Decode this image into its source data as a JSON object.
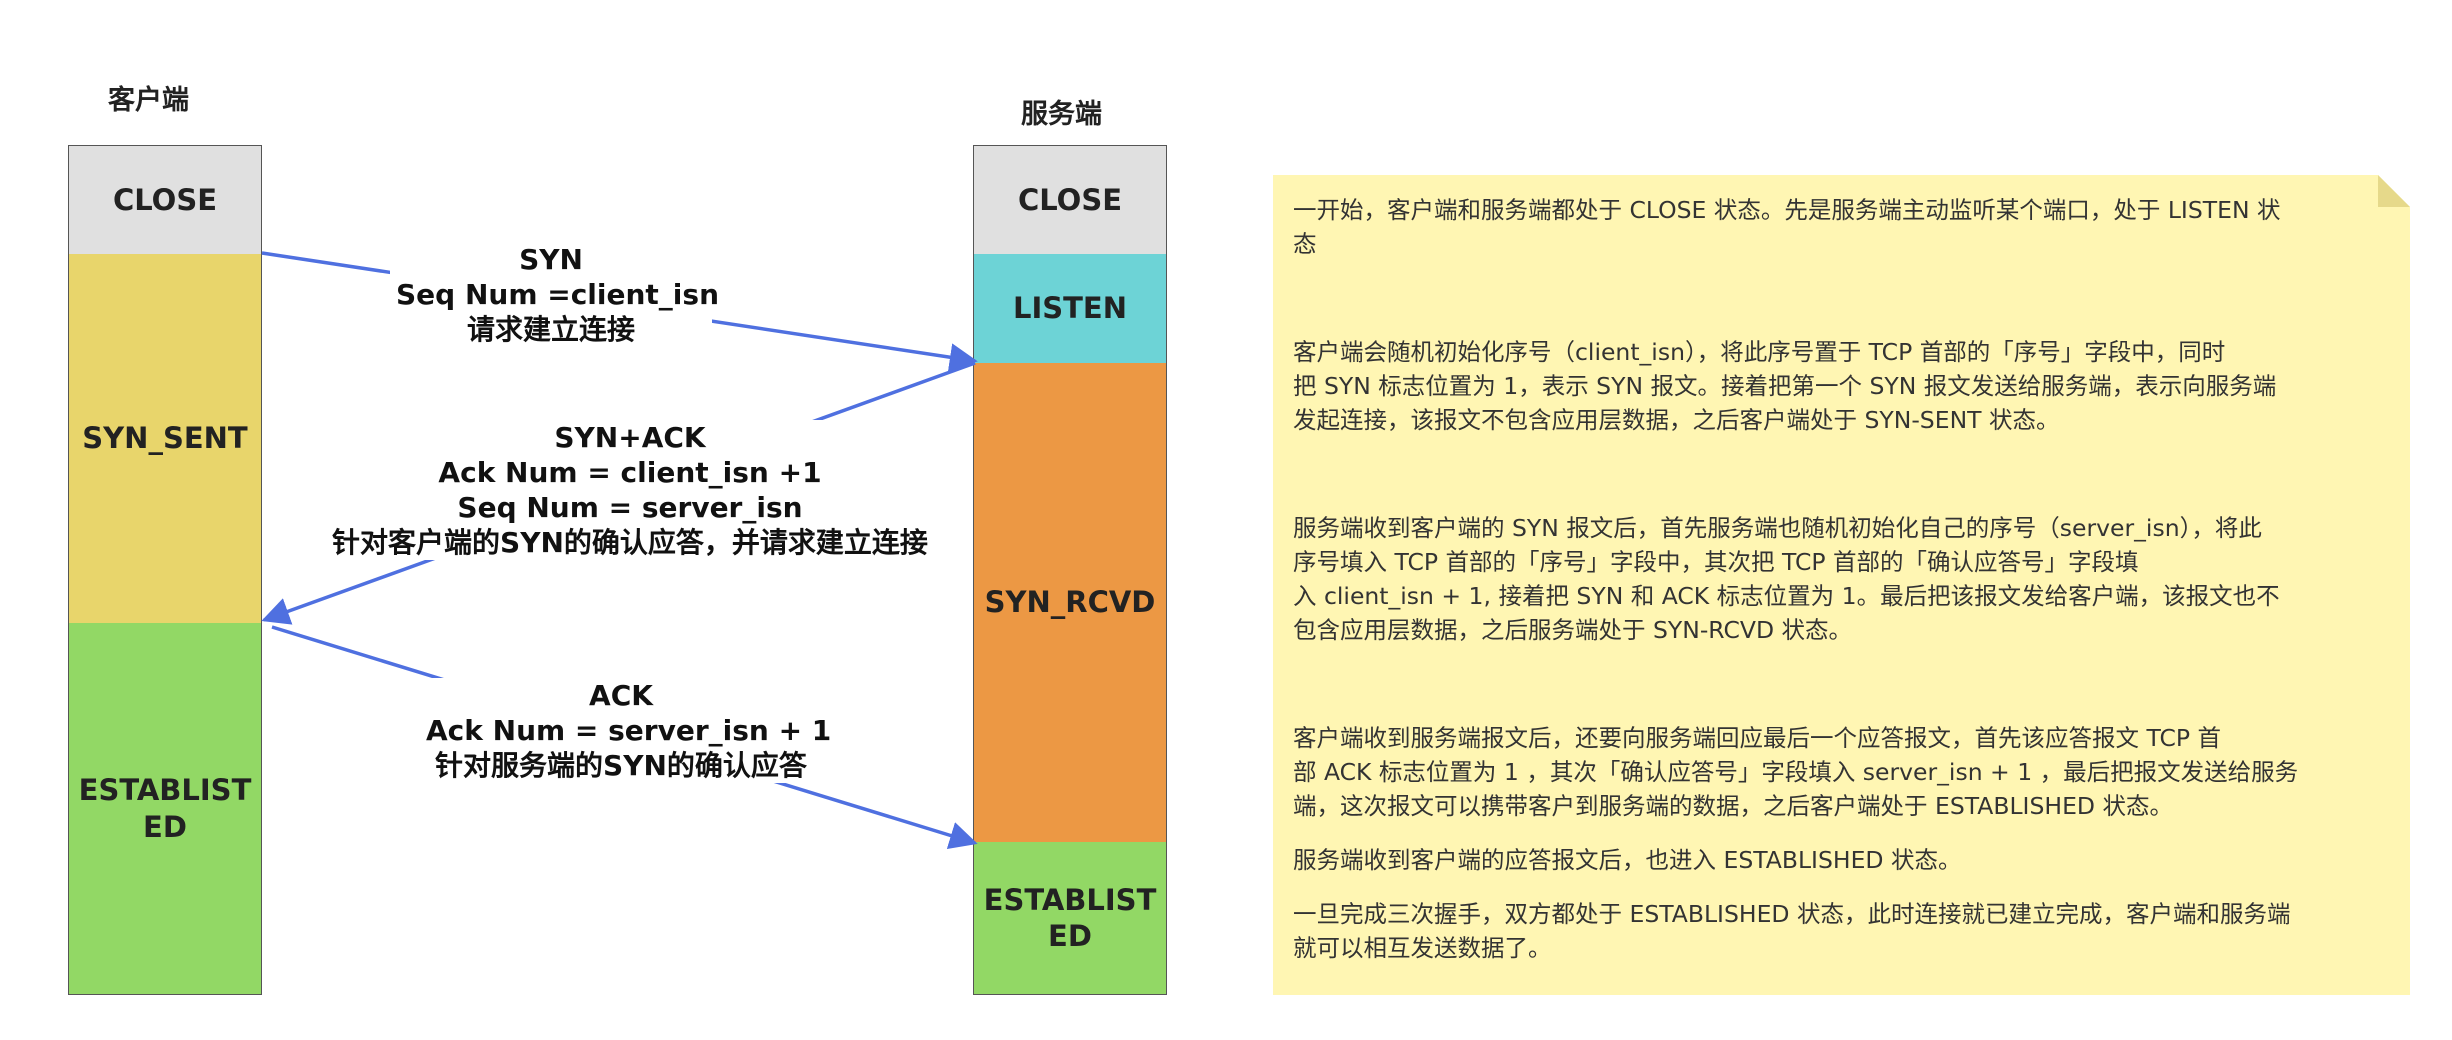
{
  "client": {
    "title": "客户端",
    "states": [
      {
        "label": "CLOSE",
        "color": "#e0e0e0"
      },
      {
        "label": "SYN_SENT",
        "color": "#e8d56b"
      },
      {
        "label": "ESTABLIST\nED",
        "color": "#92d865"
      }
    ]
  },
  "server": {
    "title": "服务端",
    "states": [
      {
        "label": "CLOSE",
        "color": "#e0e0e0"
      },
      {
        "label": "LISTEN",
        "color": "#6dd3d6"
      },
      {
        "label": "SYN_RCVD",
        "color": "#ec9844"
      },
      {
        "label": "ESTABLIST\nED",
        "color": "#92d865"
      }
    ]
  },
  "messages": [
    {
      "lines": [
        "SYN",
        "Seq Num =client_isn",
        "请求建立连接"
      ]
    },
    {
      "lines": [
        "SYN+ACK",
        "Ack Num = client_isn +1",
        "Seq Num = server_isn",
        "针对客户端的SYN的确认应答，并请求建立连接"
      ]
    },
    {
      "lines": [
        "ACK",
        "Ack Num = server_isn + 1",
        "针对服务端的SYN的确认应答"
      ]
    }
  ],
  "arrow_color": "#4f70e0",
  "note_color": "#fff6b3",
  "note": {
    "paragraphs": [
      [
        "一开始，客户端和服务端都处于 CLOSE 状态。先是服务端主动监听某个端口，处于 LISTEN 状",
        "态"
      ],
      [
        "客户端会随机初始化序号（client_isn），将此序号置于 TCP 首部的「序号」字段中，同时",
        "把 SYN 标志位置为 1，表示 SYN 报文。接着把第一个 SYN 报文发送给服务端，表示向服务端",
        "发起连接，该报文不包含应用层数据，之后客户端处于 SYN-SENT 状态。"
      ],
      [
        "服务端收到客户端的 SYN 报文后，首先服务端也随机初始化自己的序号（server_isn），将此",
        "序号填入 TCP 首部的「序号」字段中，其次把 TCP 首部的「确认应答号」字段填",
        "入 client_isn + 1, 接着把 SYN 和 ACK 标志位置为 1。最后把该报文发给客户端，该报文也不",
        "包含应用层数据，之后服务端处于 SYN-RCVD 状态。"
      ],
      [
        "客户端收到服务端报文后，还要向服务端回应最后一个应答报文，首先该应答报文 TCP 首",
        "部 ACK 标志位置为 1 ，其次「确认应答号」字段填入 server_isn + 1 ，最后把报文发送给服务",
        "端，这次报文可以携带客户到服务端的数据，之后客户端处于 ESTABLISHED 状态。"
      ],
      [
        "服务端收到客户端的应答报文后，也进入 ESTABLISHED 状态。"
      ],
      [
        "一旦完成三次握手，双方都处于 ESTABLISHED 状态，此时连接就已建立完成，客户端和服务端",
        "就可以相互发送数据了。"
      ]
    ]
  }
}
